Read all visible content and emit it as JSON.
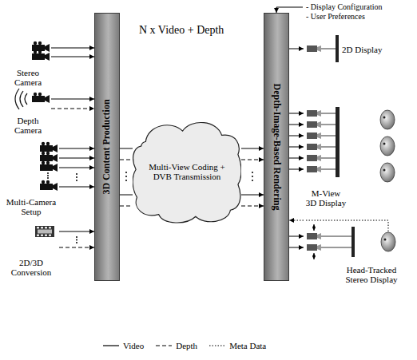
{
  "diagram": {
    "nodes": [
      {
        "text": [
          "Stereo Camera"
        ]
      },
      {
        "text": [
          "Depth Camera"
        ]
      },
      {
        "text": [
          "Multi-Camera Setup"
        ]
      },
      {
        "text": [
          "2D/3D Conversion"
        ]
      },
      {
        "text": [
          "3D Content Production"
        ]
      },
      {
        "text": [
          "Multi-View Coding + DVB Transmission"
        ]
      },
      {
        "text": [
          "Depth-Image-Based Rendering"
        ]
      },
      {
        "text": [
          "2D Display"
        ]
      },
      {
        "text": [
          "M-View 3D Display"
        ]
      },
      {
        "text": [
          "Head-Tracked Stereo Display"
        ]
      }
    ],
    "edges": [
      {
        "from": 0,
        "to": 4,
        "arrow": "to"
      },
      {
        "from": 0,
        "to": 4,
        "arrow": "to"
      },
      {
        "from": 1,
        "to": 4,
        "arrow": "to"
      },
      {
        "from": 1,
        "to": 4,
        "arrow": "to"
      },
      {
        "from": 2,
        "to": 4,
        "arrow": "to"
      },
      {
        "from": 2,
        "to": 4,
        "arrow": "to"
      },
      {
        "from": 2,
        "to": 4,
        "arrow": "to"
      },
      {
        "from": 2,
        "to": 4,
        "arrow": "to"
      },
      {
        "from": 3,
        "to": 4,
        "arrow": "to"
      },
      {
        "from": 3,
        "to": 4,
        "arrow": "to"
      },
      {
        "from": 4,
        "to": 5,
        "arrow": "none"
      },
      {
        "from": 4,
        "to": 5,
        "arrow": "none"
      },
      {
        "from": 4,
        "to": 5,
        "arrow": "none"
      },
      {
        "from": 4,
        "to": 5,
        "arrow": "none"
      },
      {
        "from": 5,
        "to": 6,
        "arrow": "to"
      },
      {
        "from": 5,
        "to": 6,
        "arrow": "to"
      },
      {
        "from": 5,
        "to": 6,
        "arrow": "to"
      },
      {
        "from": 5,
        "to": 6,
        "arrow": "to"
      },
      {
        "from": 6,
        "to": 7,
        "arrow": "to"
      },
      {
        "from": 6,
        "to": 8,
        "arrow": "to"
      },
      {
        "from": 6,
        "to": 8,
        "arrow": "to"
      },
      {
        "from": 6,
        "to": 8,
        "arrow": "to"
      },
      {
        "from": 6,
        "to": 8,
        "arrow": "to"
      },
      {
        "from": 6,
        "to": 8,
        "arrow": "to"
      },
      {
        "from": 6,
        "to": 8,
        "arrow": "to"
      },
      {
        "from": 6,
        "to": 9,
        "arrow": "to"
      },
      {
        "from": 6,
        "to": 9,
        "arrow": "to"
      },
      {
        "from": 9,
        "to": 6,
        "arrow": "to"
      }
    ],
    "labels": [
      "N x Video + Depth",
      "- Display Configuration",
      "- User Preferences"
    ],
    "legend": [
      {
        "text": "Video"
      },
      {
        "text": "Depth"
      },
      {
        "text": "Meta Data"
      }
    ]
  }
}
